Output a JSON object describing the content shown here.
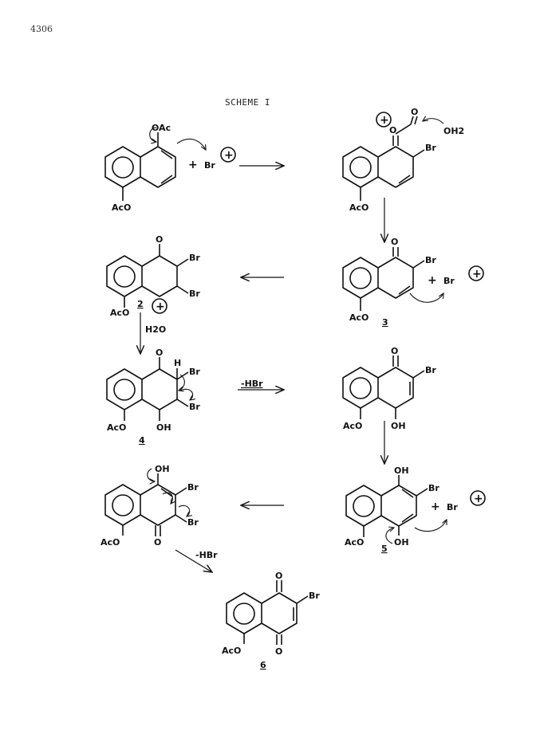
{
  "page": {
    "number": "4306"
  },
  "title": "SCHEME I",
  "reagents": {
    "h2o": "H2O",
    "minus_hbr": "-HBr"
  },
  "structures": [
    {
      "id": "s1",
      "labels": [
        "OAc",
        "AcO"
      ],
      "plus_bromine": "Br",
      "charge": "+",
      "compound": ""
    },
    {
      "id": "s2",
      "labels": [
        "O",
        "Br",
        "AcO",
        "OH2"
      ],
      "charge": "+",
      "compound": ""
    },
    {
      "id": "s3",
      "labels": [
        "O",
        "Br",
        "AcO"
      ],
      "plus_bromine": "Br",
      "charge": "+",
      "compound": "3"
    },
    {
      "id": "s4",
      "labels": [
        "O",
        "Br",
        "Br",
        "AcO"
      ],
      "charge": "+",
      "compound": "2"
    },
    {
      "id": "s5",
      "labels": [
        "O",
        "H",
        "Br",
        "Br",
        "AcO",
        "OH"
      ],
      "compound": "4"
    },
    {
      "id": "s6",
      "labels": [
        "O",
        "Br",
        "AcO",
        "OH"
      ],
      "compound": ""
    },
    {
      "id": "s7",
      "labels": [
        "OH",
        "Br",
        "AcO",
        "OH"
      ],
      "plus_bromine": "Br",
      "charge": "+",
      "compound": "5"
    },
    {
      "id": "s8",
      "labels": [
        "OH",
        "Br",
        "Br",
        "AcO",
        "O"
      ],
      "compound": ""
    },
    {
      "id": "s9",
      "labels": [
        "O",
        "Br",
        "AcO",
        "O"
      ],
      "compound": "6"
    }
  ]
}
